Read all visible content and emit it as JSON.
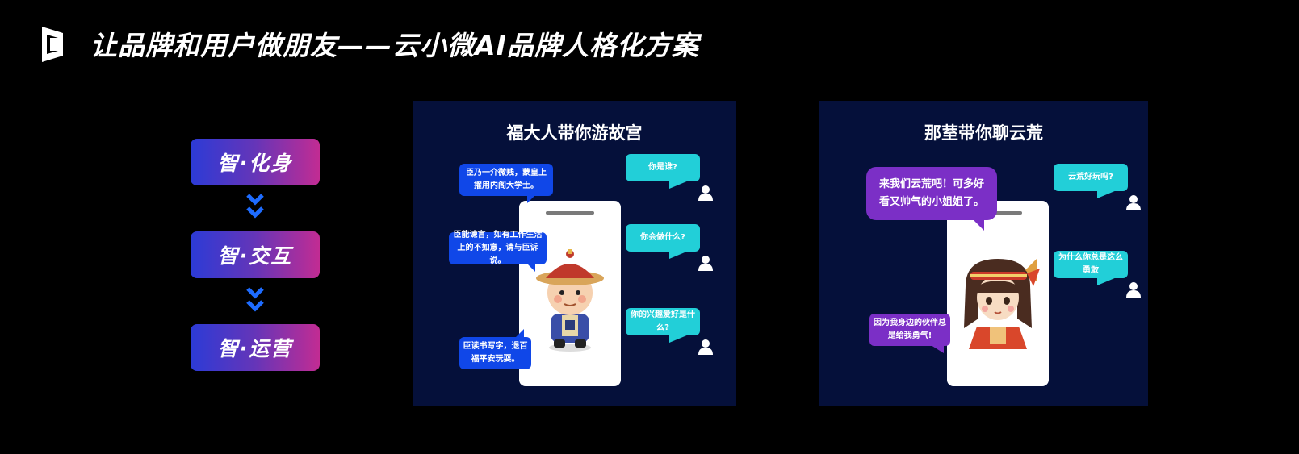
{
  "header": {
    "title": "让品牌和用户做朋友——云小微AI品牌人格化方案"
  },
  "steps": [
    "智·化身",
    "智·交互",
    "智·运营"
  ],
  "panels": [
    {
      "title": "福大人带你游故宫",
      "bot_messages": [
        "臣乃一介微贱，蒙皇上擢用内阁大学士。",
        "臣能谏言，如有工作生活上的不如意，请与臣诉说。",
        "臣读书写字，退百福平安玩耍。"
      ],
      "user_messages": [
        "你是谁?",
        "你会做什么?",
        "你的兴趣爱好是什么?"
      ]
    },
    {
      "title": "那荎带你聊云荒",
      "bot_messages": [
        "来我们云荒吧！可多好看又帅气的小姐姐了。",
        "因为我身边的伙伴总是给我勇气!"
      ],
      "user_messages": [
        "云荒好玩吗?",
        "为什么你总是这么勇敢"
      ]
    }
  ],
  "colors": {
    "background": "#000000",
    "panel": "#05103a",
    "bot_bubble": "#1047e8",
    "user_bubble": "#22cfd8",
    "bot_bubble_alt": "#7b2fc6",
    "step_gradient_start": "#2c3bd6",
    "step_gradient_end": "#c22c93",
    "chevron": "#1e6cff"
  }
}
